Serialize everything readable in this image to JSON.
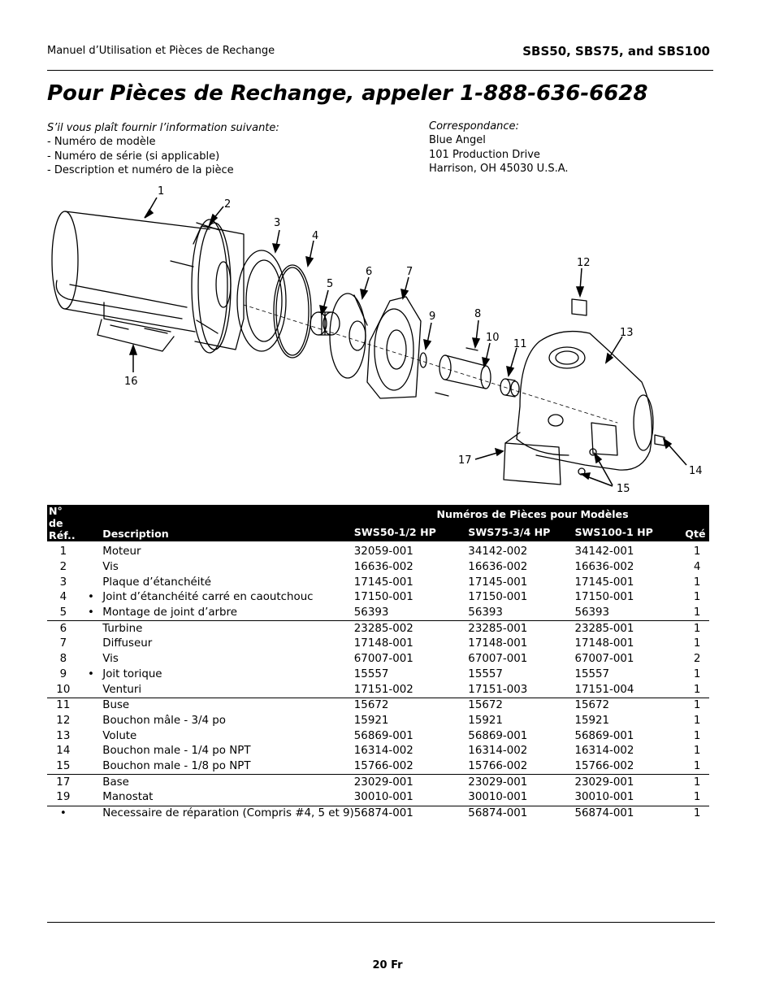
{
  "header": {
    "left": "Manuel d’Utilisation et Pièces de Rechange",
    "right": "SBS50, SBS75, and SBS100"
  },
  "title": "Pour Pièces de Rechange, appeler 1-888-636-6628",
  "info_left": {
    "intro": "S’il vous plaît fournir l’information suivante:",
    "lines": [
      "- Numéro de modèle",
      "- Numéro de série (si applicable)",
      "- Description et numéro de la pièce"
    ]
  },
  "info_right": {
    "intro": "Correspondance:",
    "lines": [
      "Blue Angel",
      "101 Production Drive",
      "Harrison, OH  45030  U.S.A."
    ]
  },
  "diagram": {
    "callouts": [
      "1",
      "2",
      "3",
      "4",
      "5",
      "6",
      "7",
      "8",
      "9",
      "10",
      "11",
      "12",
      "13",
      "14",
      "15",
      "16",
      "17"
    ]
  },
  "table": {
    "headers": {
      "ref_line1": "N° de",
      "ref_line2": "Réf..",
      "description": "Description",
      "models_group": "Numéros de Pièces pour Modèles",
      "model1": "SWS50-1/2 HP",
      "model2": "SWS75-3/4 HP",
      "model3": "SWS100-1 HP",
      "qty": "Qté"
    },
    "rows": [
      {
        "ref": "1",
        "bullet": "",
        "desc": "Moteur",
        "m1": "32059-001",
        "m2": "34142-002",
        "m3": "34142-001",
        "qty": "1"
      },
      {
        "ref": "2",
        "bullet": "",
        "desc": "Vis",
        "m1": "16636-002",
        "m2": "16636-002",
        "m3": "16636-002",
        "qty": "4"
      },
      {
        "ref": "3",
        "bullet": "",
        "desc": "Plaque d’étanchéité",
        "m1": "17145-001",
        "m2": "17145-001",
        "m3": "17145-001",
        "qty": "1"
      },
      {
        "ref": "4",
        "bullet": "•",
        "desc": "Joint d’étanchéité carré en caoutchouc",
        "m1": "17150-001",
        "m2": "17150-001",
        "m3": "17150-001",
        "qty": "1"
      },
      {
        "ref": "5",
        "bullet": "•",
        "desc": "Montage de joint d’arbre",
        "m1": "56393",
        "m2": "56393",
        "m3": "56393",
        "qty": "1"
      },
      {
        "ref": "6",
        "bullet": "",
        "desc": "Turbine",
        "m1": "23285-002",
        "m2": "23285-001",
        "m3": "23285-001",
        "qty": "1"
      },
      {
        "ref": "7",
        "bullet": "",
        "desc": "Diffuseur",
        "m1": "17148-001",
        "m2": "17148-001",
        "m3": "17148-001",
        "qty": "1"
      },
      {
        "ref": "8",
        "bullet": "",
        "desc": "Vis",
        "m1": "67007-001",
        "m2": "67007-001",
        "m3": "67007-001",
        "qty": "2"
      },
      {
        "ref": "9",
        "bullet": "•",
        "desc": "Joit torique",
        "m1": "15557",
        "m2": "15557",
        "m3": "15557",
        "qty": "1"
      },
      {
        "ref": "10",
        "bullet": "",
        "desc": "Venturi",
        "m1": "17151-002",
        "m2": "17151-003",
        "m3": "17151-004",
        "qty": "1"
      },
      {
        "ref": "11",
        "bullet": "",
        "desc": "Buse",
        "m1": "15672",
        "m2": "15672",
        "m3": "15672",
        "qty": "1"
      },
      {
        "ref": "12",
        "bullet": "",
        "desc": "Bouchon mâle  - 3/4 po",
        "m1": "15921",
        "m2": "15921",
        "m3": "15921",
        "qty": "1"
      },
      {
        "ref": "13",
        "bullet": "",
        "desc": "Volute",
        "m1": "56869-001",
        "m2": "56869-001",
        "m3": "56869-001",
        "qty": "1"
      },
      {
        "ref": "14",
        "bullet": "",
        "desc": "Bouchon male - 1/4 po NPT",
        "m1": "16314-002",
        "m2": "16314-002",
        "m3": "16314-002",
        "qty": "1"
      },
      {
        "ref": "15",
        "bullet": "",
        "desc": "Bouchon male - 1/8 po NPT",
        "m1": "15766-002",
        "m2": "15766-002",
        "m3": "15766-002",
        "qty": "1"
      },
      {
        "ref": "17",
        "bullet": "",
        "desc": "Base",
        "m1": "23029-001",
        "m2": "23029-001",
        "m3": "23029-001",
        "qty": "1"
      },
      {
        "ref": "19",
        "bullet": "",
        "desc": "Manostat",
        "m1": "30010-001",
        "m2": "30010-001",
        "m3": "30010-001",
        "qty": "1"
      },
      {
        "ref": "•",
        "bullet": "",
        "desc": "Necessaire de réparation (Compris #4, 5 et 9)",
        "m1": "56874-001",
        "m2": "56874-001",
        "m3": "56874-001",
        "qty": "1"
      }
    ]
  },
  "page_number": "20 Fr"
}
